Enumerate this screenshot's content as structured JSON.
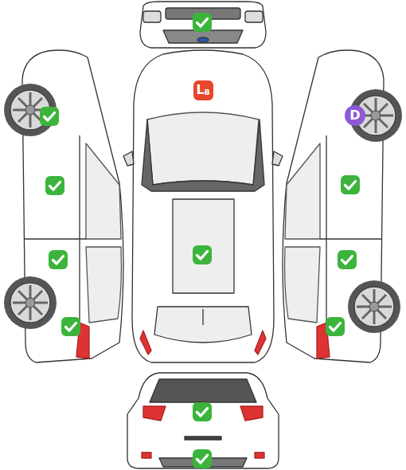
{
  "diagram": {
    "nodes": [
      {
        "text": [
          "L",
          "B"
        ]
      },
      {
        "text": [
          "D"
        ]
      }
    ]
  }
}
